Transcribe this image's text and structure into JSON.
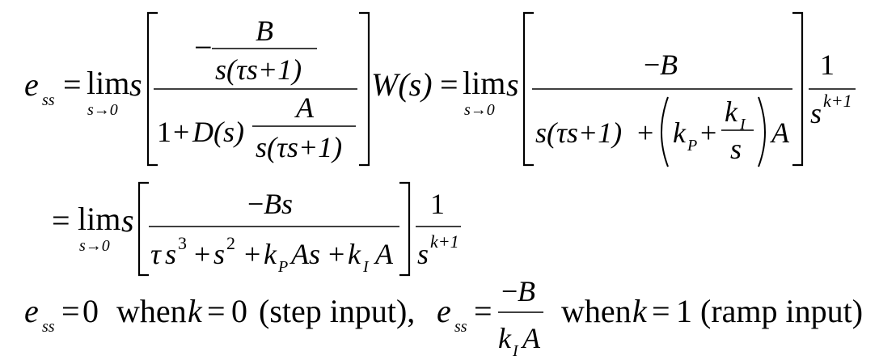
{
  "sym": {
    "e": "e",
    "ss": "ss",
    "eq": "=",
    "lim": "lim",
    "s_to_0": "s→0",
    "s": "s",
    "minus": "−",
    "B": "B",
    "A": "A",
    "one": "1",
    "plus": "+",
    "W_of_s": "W(s)",
    "D_of_s": "D(s)",
    "s_tau_s_plus_1": "s(τs+1)",
    "k": "k",
    "P": "P",
    "I": "I",
    "k_plus_1": "k+1",
    "zero": "0",
    "Bs": "Bs",
    "tau": "τ",
    "three": "3",
    "two": "2",
    "As": "As"
  },
  "text": {
    "when": "when",
    "step_input": "(step input),",
    "ramp_input": "(ramp input)"
  }
}
